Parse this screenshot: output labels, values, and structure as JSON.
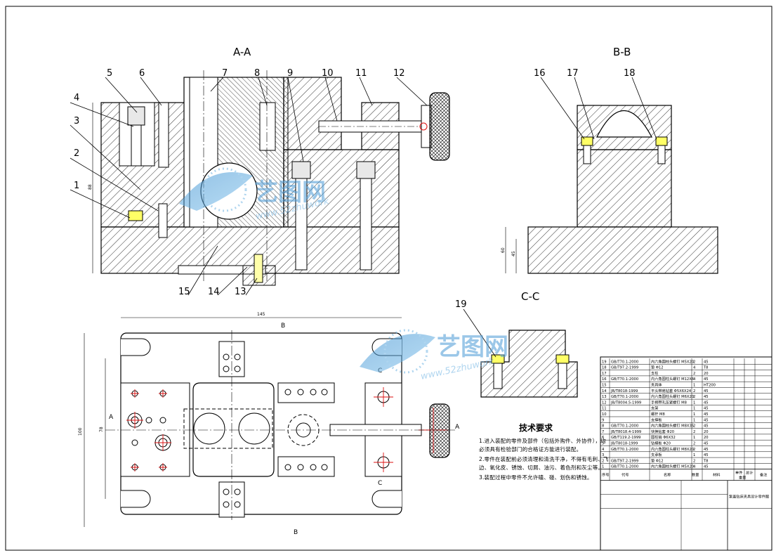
{
  "views": {
    "aa": "A-A",
    "bb": "B-B",
    "cc": "C-C"
  },
  "balloons_aa": [
    "1",
    "2",
    "3",
    "4",
    "5",
    "6",
    "7",
    "8",
    "9",
    "10",
    "11",
    "12",
    "13",
    "14",
    "15"
  ],
  "balloons_bb": [
    "16",
    "17",
    "18"
  ],
  "balloon_cc": "19",
  "section_marks": {
    "a": "A",
    "b": "B",
    "c": "C"
  },
  "dimensions": {
    "top_width": "145",
    "left_height": "100",
    "inner_height": "78",
    "aa_height": "88",
    "bb_height1": "60",
    "bb_height2": "45"
  },
  "watermark": {
    "brand": "艺图网",
    "url": "www.52zhuwork"
  },
  "tech": {
    "title": "技术要求",
    "lines": [
      "1.进入装配的零件及部件（包括外购件、外协件），均",
      "必须具有检验部门的合格证方能进行装配。",
      "2.零件在装配前必须清理和清洗干净，不得有毛刺、飞",
      "边、氧化皮、锈蚀、切屑、油污、着色剂和灰尘等。",
      "3.装配过程中零件不允许磕、碰、划伤和锈蚀。"
    ]
  },
  "bom": {
    "rows": [
      [
        "19",
        "GB/T70.1-2000",
        "内六角圆柱头螺钉 M5X20",
        "2",
        "45"
      ],
      [
        "18",
        "GB/T97.2-1999",
        "垫 Φ12",
        "4",
        "T8"
      ],
      [
        "17",
        "",
        "支柱",
        "2",
        "20"
      ],
      [
        "16",
        "GB/T70.1-2000",
        "内六角圆柱头螺钉 M12X6",
        "4",
        "45"
      ],
      [
        "15",
        "",
        "夹具体",
        "1",
        "HT200"
      ],
      [
        "14",
        "JB/T8018-1999",
        "平头带肩钻套 Φ5X6X24",
        "2",
        "45"
      ],
      [
        "13",
        "GB/T70.1-2000",
        "内六角圆柱头螺钉 M6X20",
        "2",
        "45"
      ],
      [
        "12",
        "JB/T8004.5-1999",
        "手柄带孔压紧螺钉 M8",
        "1",
        "45"
      ],
      [
        "11",
        "",
        "支架",
        "1",
        "45"
      ],
      [
        "10",
        "",
        "螺杆 M8",
        "1",
        "45"
      ],
      [
        "9",
        "",
        "支撑板",
        "1",
        "45"
      ],
      [
        "8",
        "GB/T70.1-2000",
        "内六角圆柱头螺钉 M8X35",
        "2",
        "45"
      ],
      [
        "7",
        "JB/T8018.4-1999",
        "快换钻套 Φ20",
        "2",
        "20"
      ],
      [
        "6",
        "GB/T119.2-1999",
        "圆柱销 Φ6X32",
        "1",
        "20"
      ],
      [
        "5",
        "JB/T8018-1999",
        "钻模板 Φ20",
        "2",
        "45"
      ],
      [
        "4",
        "GB/T70.1-2000",
        "内六角圆柱头螺钉 M8X20",
        "2",
        "45"
      ],
      [
        "3",
        "",
        "支承板",
        "1",
        "45"
      ],
      [
        "2",
        "GB/T97.2-1999",
        "垫 Φ12",
        "2",
        "T8"
      ],
      [
        "1",
        "GB/T70.1-2000",
        "内六角圆柱头螺钉 M5X20",
        "4",
        "45"
      ]
    ],
    "header": [
      "序号",
      "代号",
      "名称",
      "数量",
      "材料",
      "单件",
      "总计",
      "重量",
      "备注"
    ],
    "title_block_text": "泵盖钻床夹具设计零件图"
  }
}
